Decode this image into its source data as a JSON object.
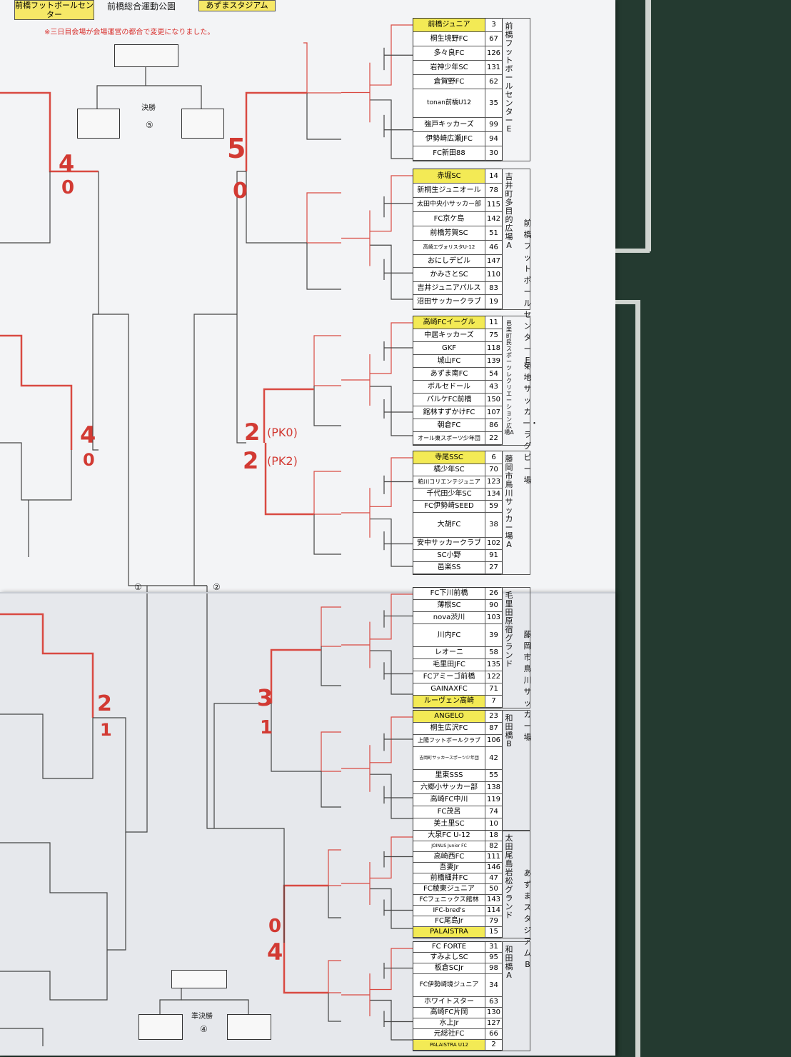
{
  "header": {
    "venue_left": "前橋フットボールセンター",
    "venue_mid": "前橋総合運動公園",
    "venue_right": "あずまスタジアム"
  },
  "notice": "※三日目会場が会場運営の都合で変更になりました。",
  "center": {
    "final_label": "決勝",
    "final_no": "⑤",
    "semifinal_label": "準決勝",
    "semifinal_no": "④",
    "bracket_no_left": "①",
    "bracket_no_right": "②"
  },
  "groups": [
    {
      "venue": "前橋フットボールセンターE",
      "sub_venue": "",
      "teams": [
        {
          "name": "前橋ジュニア",
          "no": "3",
          "highlight": true
        },
        {
          "name": "桐生境野FC",
          "no": "67"
        },
        {
          "name": "多々良FC",
          "no": "126"
        },
        {
          "name": "岩神少年SC",
          "no": "131"
        },
        {
          "name": "倉賀野FC",
          "no": "62"
        },
        {
          "name": "tonan前橋U12",
          "no": "35"
        },
        {
          "name": "強戸キッカーズ",
          "no": "99"
        },
        {
          "name": "伊勢崎広瀬JFC",
          "no": "94"
        },
        {
          "name": "FC新田88",
          "no": "30"
        }
      ]
    },
    {
      "venue": "吉井町多目的広場A",
      "sub_venue": "前橋フットボールセンターE",
      "teams": [
        {
          "name": "赤堀SC",
          "no": "14",
          "highlight": true
        },
        {
          "name": "新桐生ジュニオール",
          "no": "78"
        },
        {
          "name": "太田中央小サッカー部",
          "no": "115"
        },
        {
          "name": "FC京ケ島",
          "no": "142"
        },
        {
          "name": "前橋芳賀SC",
          "no": "51"
        },
        {
          "name": "高崎エヴォリスタU-12",
          "no": "46"
        },
        {
          "name": "おにしデビル",
          "no": "147"
        },
        {
          "name": "かみさとSC",
          "no": "110"
        },
        {
          "name": "吉井ジュニアパルス",
          "no": "83"
        },
        {
          "name": "沼田サッカークラブ",
          "no": "19"
        }
      ]
    },
    {
      "venue": "邑楽町民スポーツレクリエーション広場A",
      "sub_venue": "菊地サッカー・ラグビー場",
      "teams": [
        {
          "name": "高崎FCイーグル",
          "no": "11",
          "highlight": true
        },
        {
          "name": "中居キッカーズ",
          "no": "75"
        },
        {
          "name": "GKF",
          "no": "118"
        },
        {
          "name": "城山FC",
          "no": "139"
        },
        {
          "name": "あずま南FC",
          "no": "54"
        },
        {
          "name": "ボルセドール",
          "no": "43"
        },
        {
          "name": "パルケFC前橋",
          "no": "150"
        },
        {
          "name": "館林すずかけFC",
          "no": "107"
        },
        {
          "name": "朝倉FC",
          "no": "86"
        },
        {
          "name": "オール東スポーツ少年団",
          "no": "22"
        }
      ]
    },
    {
      "venue": "藤岡市鳥川サッカー場A",
      "sub_venue": "",
      "teams": [
        {
          "name": "寺尾SSC",
          "no": "6",
          "highlight": true
        },
        {
          "name": "橘少年SC",
          "no": "70"
        },
        {
          "name": "粕川コリエンテジュニア",
          "no": "123"
        },
        {
          "name": "千代田少年SC",
          "no": "134"
        },
        {
          "name": "FC伊勢崎SEED",
          "no": "59"
        },
        {
          "name": "大胡FC",
          "no": "38"
        },
        {
          "name": "安中サッカークラブ",
          "no": "102"
        },
        {
          "name": "SC小野",
          "no": "91"
        },
        {
          "name": "邑楽SS",
          "no": "27"
        }
      ]
    },
    {
      "venue": "毛里田原宿グランド",
      "sub_venue": "藤岡市鳥川サッカー場",
      "teams": [
        {
          "name": "FC下川前橋",
          "no": "26"
        },
        {
          "name": "薄根SC",
          "no": "90"
        },
        {
          "name": "nova渋川",
          "no": "103"
        },
        {
          "name": "川内FC",
          "no": "39"
        },
        {
          "name": "レオーニ",
          "no": "58"
        },
        {
          "name": "毛里田JFC",
          "no": "135"
        },
        {
          "name": "FCアミーゴ前橋",
          "no": "122"
        },
        {
          "name": "GAINAXFC",
          "no": "71"
        },
        {
          "name": "ルーヴェン高崎",
          "no": "7",
          "highlight": true
        }
      ]
    },
    {
      "venue": "和田橋B",
      "sub_venue": "",
      "teams": [
        {
          "name": "ANGELO",
          "no": "23",
          "highlight": true
        },
        {
          "name": "桐生広沢FC",
          "no": "87"
        },
        {
          "name": "上陽フットボールクラブ",
          "no": "106"
        },
        {
          "name": "吉岡町サッカースポーツ少年団",
          "no": "42"
        },
        {
          "name": "里東SSS",
          "no": "55"
        },
        {
          "name": "六郷小サッカー部",
          "no": "138"
        },
        {
          "name": "高崎FC中川",
          "no": "119"
        },
        {
          "name": "FC茂呂",
          "no": "74"
        },
        {
          "name": "美土里SC",
          "no": "10"
        }
      ]
    },
    {
      "venue": "太田尾島岩松グランド",
      "sub_venue": "あずまスタジアムB",
      "teams": [
        {
          "name": "大泉FC U-12",
          "no": "18"
        },
        {
          "name": "JOINUS Junior FC",
          "no": "82"
        },
        {
          "name": "高崎西FC",
          "no": "111"
        },
        {
          "name": "吾妻Jr",
          "no": "146"
        },
        {
          "name": "前橋細井FC",
          "no": "47"
        },
        {
          "name": "FC稜東ジュニア",
          "no": "50"
        },
        {
          "name": "FCフェニックス館林",
          "no": "143"
        },
        {
          "name": "IFC-bred's",
          "no": "114"
        },
        {
          "name": "FC尾島Jr",
          "no": "79"
        },
        {
          "name": "PALAISTRA",
          "no": "15",
          "highlight": true
        }
      ]
    },
    {
      "venue": "和田橋A",
      "sub_venue": "",
      "teams": [
        {
          "name": "FC FORTE",
          "no": "31"
        },
        {
          "name": "すみよしSC",
          "no": "95"
        },
        {
          "name": "板倉SCJr",
          "no": "98"
        },
        {
          "name": "FC伊勢崎境ジュニア",
          "no": "34"
        },
        {
          "name": "ホワイトスター",
          "no": "63"
        },
        {
          "name": "高崎FC片岡",
          "no": "130"
        },
        {
          "name": "水上Jr",
          "no": "127"
        },
        {
          "name": "元総社FC",
          "no": "66"
        },
        {
          "name": "PALAISTRA U12",
          "no": "2",
          "highlight": true
        }
      ]
    }
  ],
  "handwritten_scores": [
    {
      "text": "5",
      "id": "s1a"
    },
    {
      "text": "0",
      "id": "s1b"
    },
    {
      "text": "2",
      "id": "s2a"
    },
    {
      "text": "(PK0)",
      "id": "s2pa"
    },
    {
      "text": "2",
      "id": "s2b"
    },
    {
      "text": "(PK2)",
      "id": "s2pb"
    },
    {
      "text": "3",
      "id": "s3a"
    },
    {
      "text": "1",
      "id": "s3b"
    },
    {
      "text": "0",
      "id": "s4a"
    },
    {
      "text": "4",
      "id": "s4b"
    },
    {
      "text": "4",
      "id": "l1a"
    },
    {
      "text": "0",
      "id": "l1b"
    },
    {
      "text": "4",
      "id": "l2a"
    },
    {
      "text": "0",
      "id": "l2b"
    },
    {
      "text": "2",
      "id": "l3a"
    },
    {
      "text": "1",
      "id": "l3b"
    }
  ]
}
